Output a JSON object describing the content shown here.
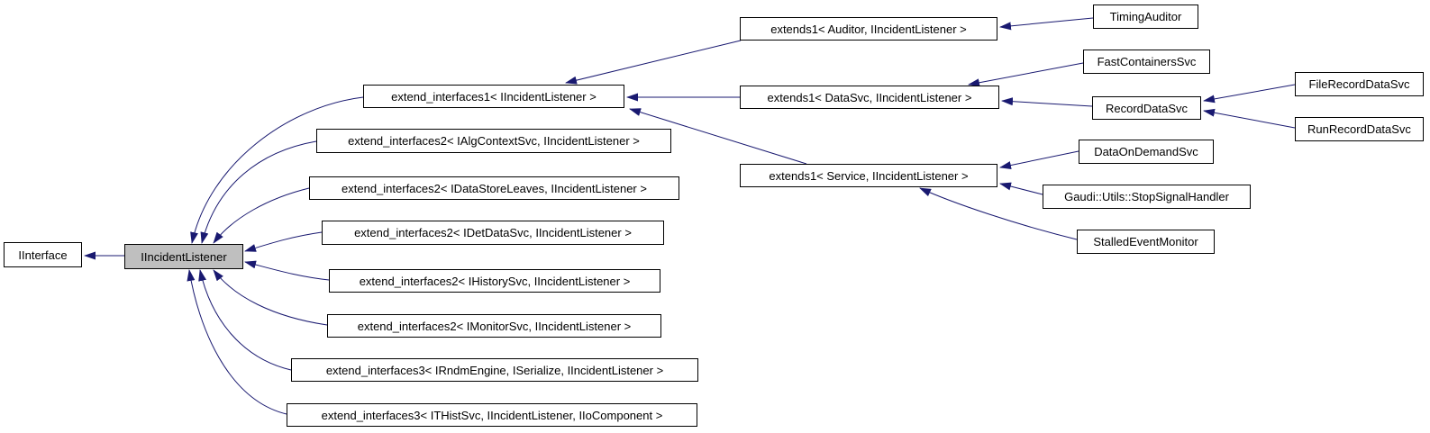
{
  "diagram": {
    "kind": "class-inheritance-graph",
    "highlighted_node": "IIncidentListener",
    "colors": {
      "edge": "#191970",
      "node_border": "#000000",
      "node_fill": "#ffffff",
      "highlight_fill": "#bfbfbf",
      "text": "#000000",
      "background": "#ffffff"
    }
  },
  "nodes": {
    "iinterface": {
      "label": "IInterface"
    },
    "iincidentlistener": {
      "label": "IIncidentListener"
    },
    "ei1": {
      "label": "extend_interfaces1< IIncidentListener >"
    },
    "ei2_algcontext": {
      "label": "extend_interfaces2< IAlgContextSvc, IIncidentListener >"
    },
    "ei2_datastoreleaves": {
      "label": "extend_interfaces2< IDataStoreLeaves, IIncidentListener >"
    },
    "ei2_detdata": {
      "label": "extend_interfaces2< IDetDataSvc, IIncidentListener >"
    },
    "ei2_history": {
      "label": "extend_interfaces2< IHistorySvc, IIncidentListener >"
    },
    "ei2_monitor": {
      "label": "extend_interfaces2< IMonitorSvc, IIncidentListener >"
    },
    "ei3_rndm": {
      "label": "extend_interfaces3< IRndmEngine, ISerialize, IIncidentListener >"
    },
    "ei3_thist": {
      "label": "extend_interfaces3< ITHistSvc, IIncidentListener, IIoComponent >"
    },
    "ex1_auditor": {
      "label": "extends1< Auditor, IIncidentListener >"
    },
    "ex1_datasvc": {
      "label": "extends1< DataSvc, IIncidentListener >"
    },
    "ex1_service": {
      "label": "extends1< Service, IIncidentListener >"
    },
    "timingauditor": {
      "label": "TimingAuditor"
    },
    "fastcontainerssvc": {
      "label": "FastContainersSvc"
    },
    "recorddatasvc": {
      "label": "RecordDataSvc"
    },
    "filerecorddatasvc": {
      "label": "FileRecordDataSvc"
    },
    "runrecorddatasvc": {
      "label": "RunRecordDataSvc"
    },
    "dataondemandsvc": {
      "label": "DataOnDemandSvc"
    },
    "stopsignalhandler": {
      "label": "Gaudi::Utils::StopSignalHandler"
    },
    "stalledeventmonitor": {
      "label": "StalledEventMonitor"
    }
  },
  "edges": [
    {
      "from": "iincidentlistener",
      "to": "iinterface"
    },
    {
      "from": "ei1",
      "to": "iincidentlistener"
    },
    {
      "from": "ei2_algcontext",
      "to": "iincidentlistener"
    },
    {
      "from": "ei2_datastoreleaves",
      "to": "iincidentlistener"
    },
    {
      "from": "ei2_detdata",
      "to": "iincidentlistener"
    },
    {
      "from": "ei2_history",
      "to": "iincidentlistener"
    },
    {
      "from": "ei2_monitor",
      "to": "iincidentlistener"
    },
    {
      "from": "ei3_rndm",
      "to": "iincidentlistener"
    },
    {
      "from": "ei3_thist",
      "to": "iincidentlistener"
    },
    {
      "from": "ex1_auditor",
      "to": "ei1"
    },
    {
      "from": "ex1_datasvc",
      "to": "ei1"
    },
    {
      "from": "ex1_service",
      "to": "ei1"
    },
    {
      "from": "timingauditor",
      "to": "ex1_auditor"
    },
    {
      "from": "fastcontainerssvc",
      "to": "ex1_datasvc"
    },
    {
      "from": "recorddatasvc",
      "to": "ex1_datasvc"
    },
    {
      "from": "filerecorddatasvc",
      "to": "recorddatasvc"
    },
    {
      "from": "runrecorddatasvc",
      "to": "recorddatasvc"
    },
    {
      "from": "dataondemandsvc",
      "to": "ex1_service"
    },
    {
      "from": "stopsignalhandler",
      "to": "ex1_service"
    },
    {
      "from": "stalledeventmonitor",
      "to": "ex1_service"
    }
  ]
}
